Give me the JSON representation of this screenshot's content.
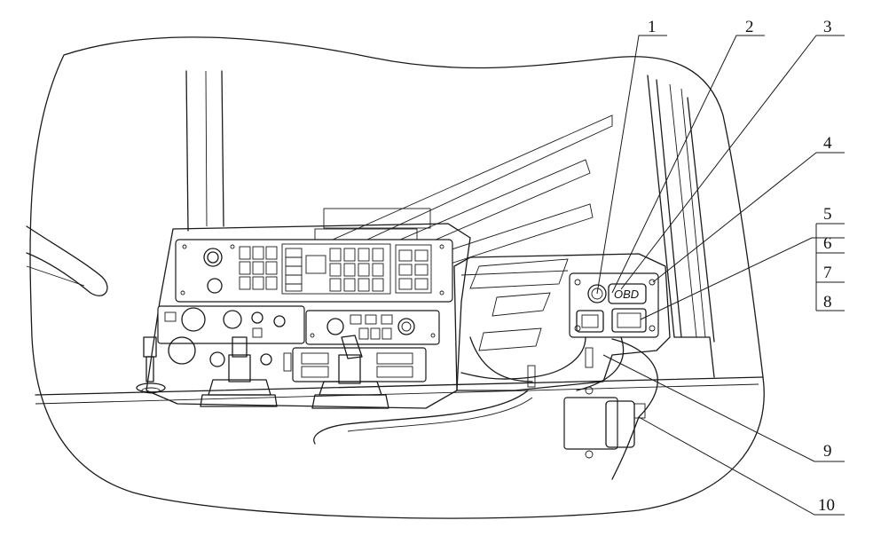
{
  "diagram": {
    "obd_label": "OBD",
    "callouts": [
      {
        "id": "1",
        "label": "1"
      },
      {
        "id": "2",
        "label": "2"
      },
      {
        "id": "3",
        "label": "3"
      },
      {
        "id": "4",
        "label": "4"
      },
      {
        "id": "5",
        "label": "5"
      },
      {
        "id": "6",
        "label": "6"
      },
      {
        "id": "7",
        "label": "7"
      },
      {
        "id": "8",
        "label": "8"
      },
      {
        "id": "9",
        "label": "9"
      },
      {
        "id": "10",
        "label": "10"
      }
    ]
  }
}
